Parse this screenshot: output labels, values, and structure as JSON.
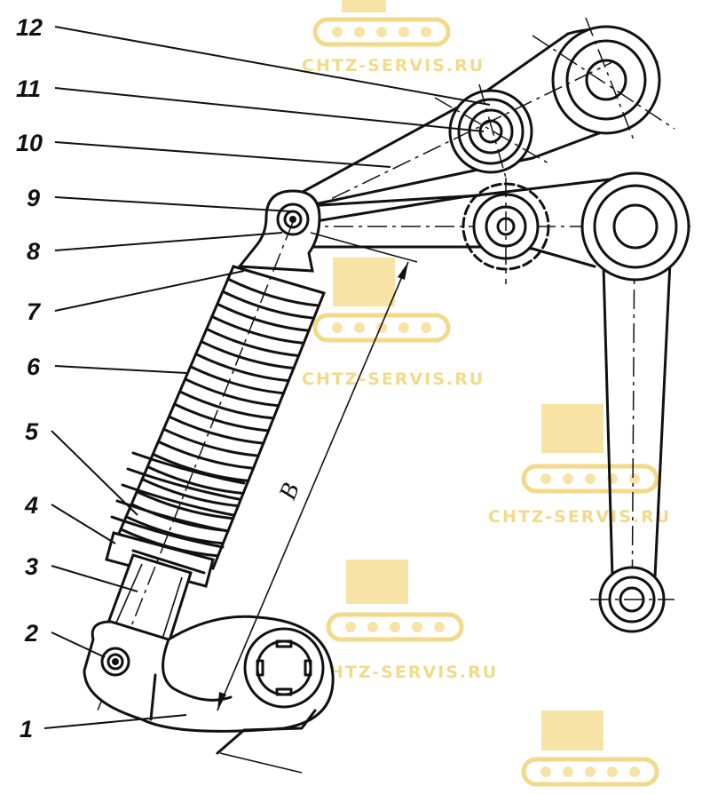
{
  "figure": {
    "labels": [
      "1",
      "2",
      "3",
      "4",
      "5",
      "6",
      "7",
      "8",
      "9",
      "10",
      "11",
      "12"
    ],
    "dimension_label": "B",
    "watermark": "CHTZ-SERVIS.RU",
    "colors": {
      "line": "#111111",
      "watermark": "#f3d98a",
      "background": "#ffffff"
    }
  }
}
